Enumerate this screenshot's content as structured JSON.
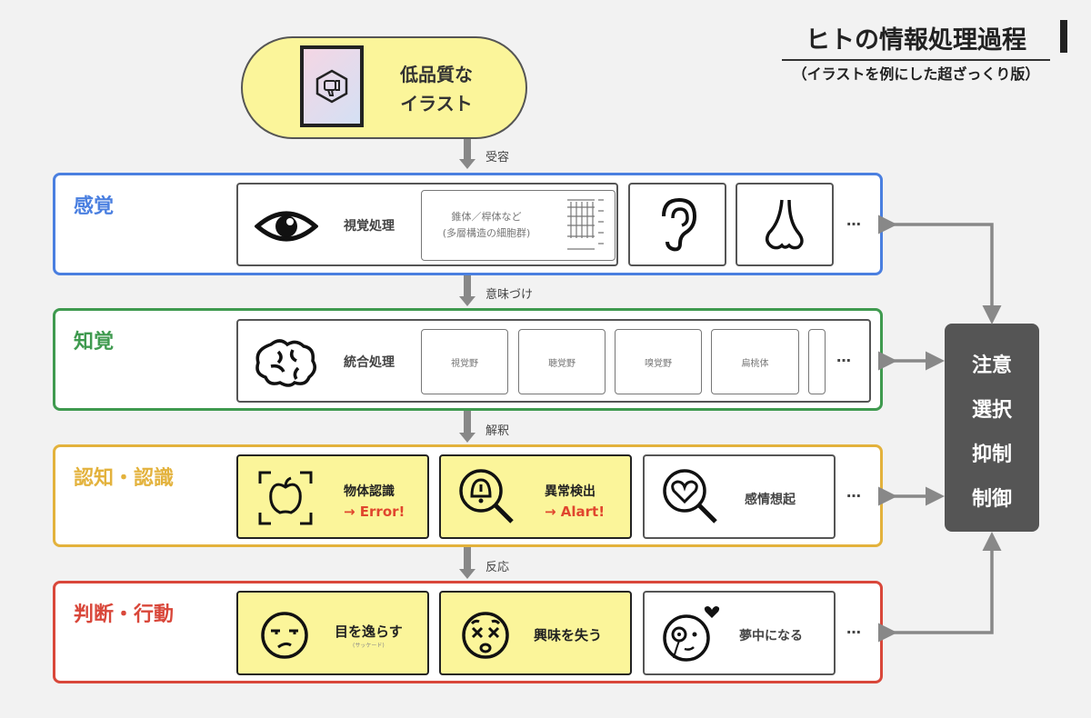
{
  "title": "ヒトの情報処理過程",
  "subtitle": "（イラストを例にした超ざっくり版）",
  "input": {
    "line1": "低品質な",
    "line2": "イラスト"
  },
  "arrows": [
    "受容",
    "意味づけ",
    "解釈",
    "反応"
  ],
  "sensation": {
    "label": "感覚",
    "main": "視覚処理",
    "sub_line1": "錐体／桿体など",
    "sub_line2": "(多層構造の細胞群)",
    "more": "…",
    "color": "#4a7fe0"
  },
  "perception": {
    "label": "知覚",
    "main": "統合処理",
    "areas": [
      "視覚野",
      "聴覚野",
      "嗅覚野",
      "扁桃体"
    ],
    "more": "…",
    "color": "#3f9a4f"
  },
  "cognition": {
    "label": "認知・認識",
    "items": [
      {
        "label": "物体認識",
        "result": "→ Error!"
      },
      {
        "label": "異常検出",
        "result": "→ Alart!"
      },
      {
        "label": "感情想起"
      }
    ],
    "more": "…",
    "color": "#e3b23c"
  },
  "action": {
    "label": "判断・行動",
    "items": [
      {
        "label": "目を逸らす",
        "note": "(サッケード)"
      },
      {
        "label": "興味を失う"
      },
      {
        "label": "夢中になる"
      }
    ],
    "more": "…",
    "color": "#d9473a"
  },
  "control": [
    "注意",
    "選択",
    "抑制",
    "制御"
  ]
}
